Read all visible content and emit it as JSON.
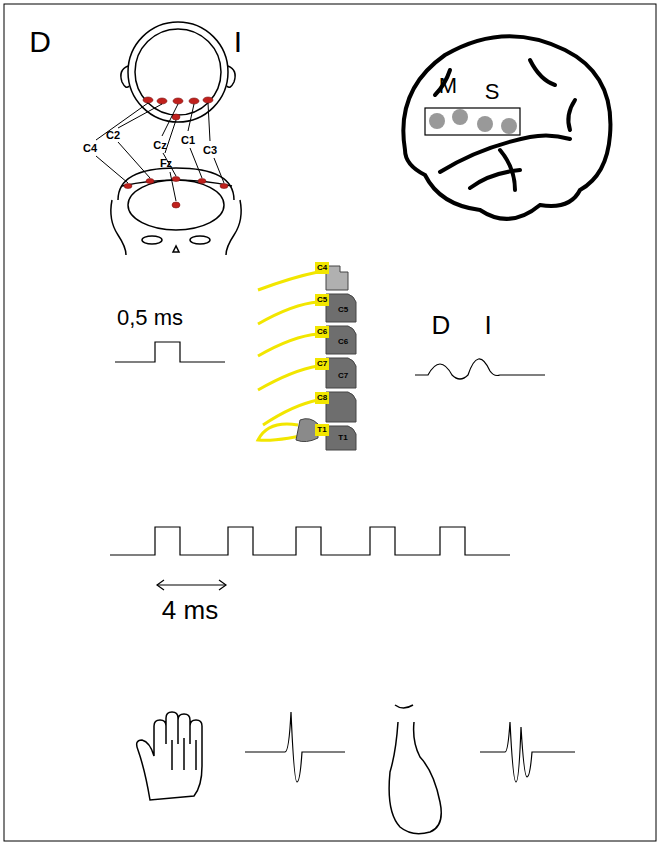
{
  "diagram": {
    "labels": [
      "D",
      "I",
      "C4",
      "C2",
      "Cz",
      "C1",
      "C3",
      "Fz",
      "M",
      "S",
      "0,5 ms",
      "C4",
      "C5",
      "C6",
      "C7",
      "C8",
      "T1",
      "C5",
      "C6",
      "C7",
      "T1",
      "D",
      "I",
      "4 ms"
    ]
  }
}
